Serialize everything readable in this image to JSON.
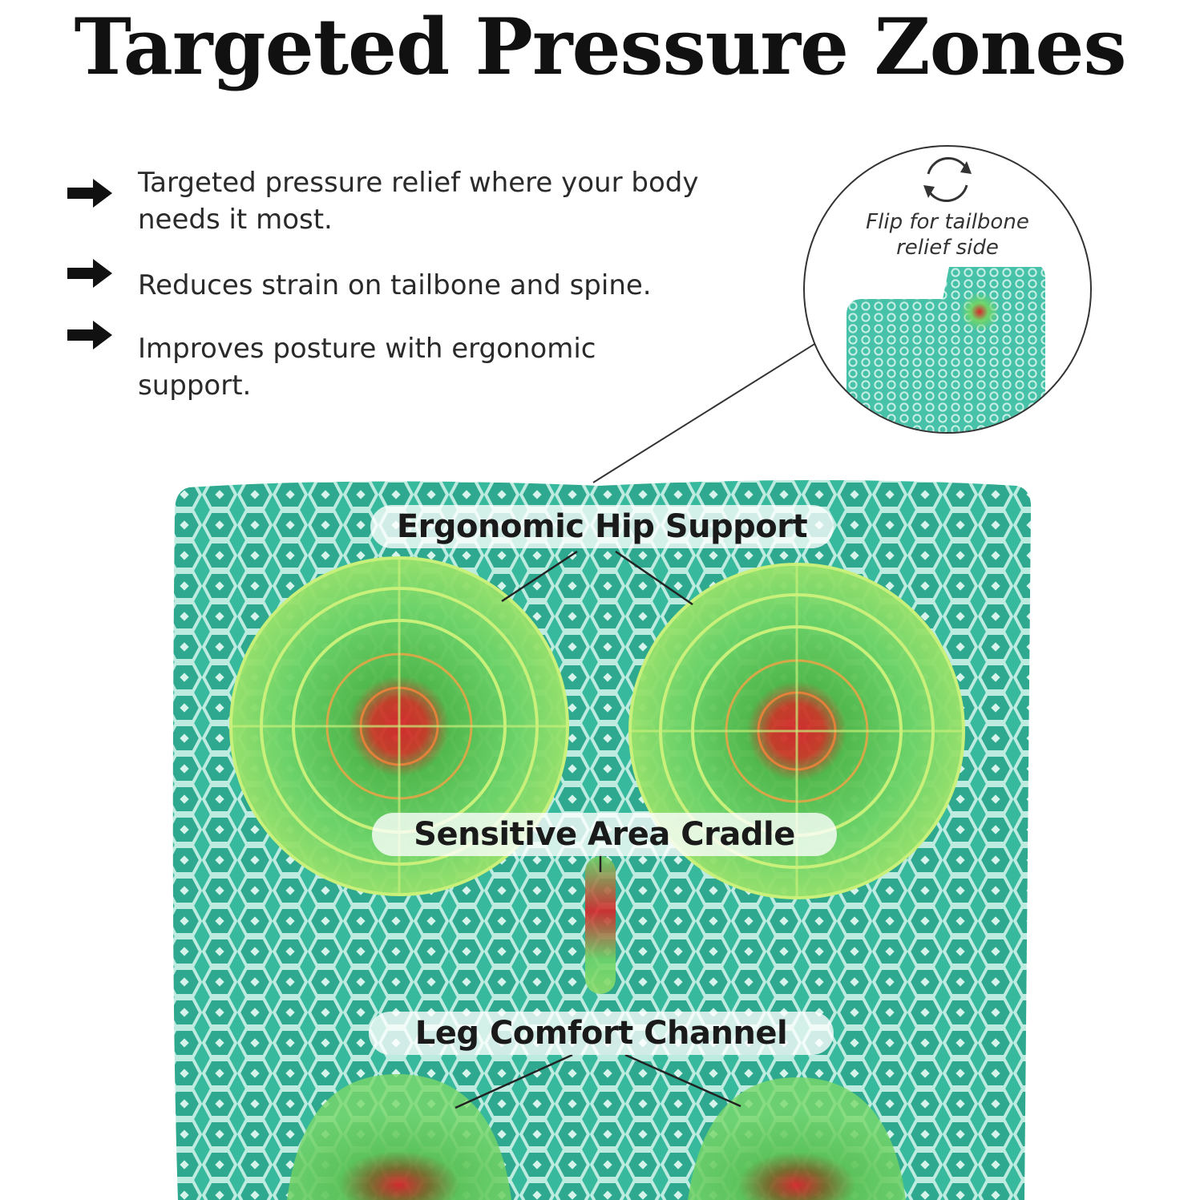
{
  "page": {
    "title": "Targeted Pressure Zones"
  },
  "bullets": [
    {
      "icon": "arrow-right-icon",
      "text": "Targeted pressure relief where your body needs it most."
    },
    {
      "icon": "arrow-right-icon",
      "text": "Reduces strain on tailbone and spine."
    },
    {
      "icon": "arrow-right-icon",
      "text": "Improves posture with ergonomic support."
    }
  ],
  "callout": {
    "icon": "flip-rotate-icon",
    "text": "Flip for tailbone relief side"
  },
  "zones": {
    "hip": "Ergonomic Hip Support",
    "cradle": "Sensitive Area Cradle",
    "leg": "Leg Comfort Channel"
  },
  "colors": {
    "cushion_teal": "#3fbfa5",
    "zone_green": "#6fd468",
    "pressure_red": "#d8262a",
    "text_dark": "#111111"
  }
}
